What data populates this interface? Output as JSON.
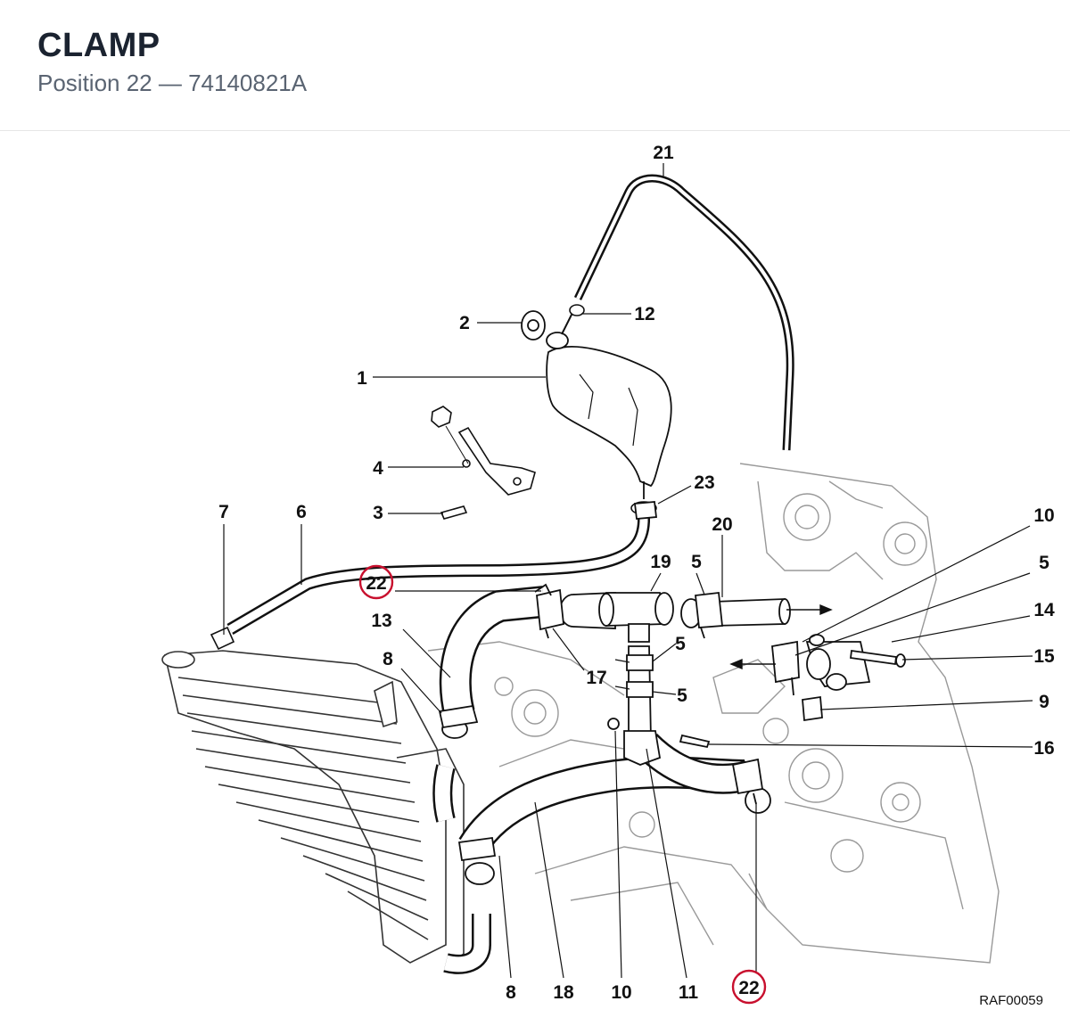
{
  "header": {
    "title": "CLAMP",
    "subtitle": "Position 22 — 74140821A"
  },
  "diagram": {
    "reference_code": "RAF00059",
    "highlight_color": "#c8102e",
    "highlighted_callout": "22",
    "callouts": [
      {
        "id": "c21",
        "label": "21"
      },
      {
        "id": "c2",
        "label": "2"
      },
      {
        "id": "c12",
        "label": "12"
      },
      {
        "id": "c1",
        "label": "1"
      },
      {
        "id": "c4",
        "label": "4"
      },
      {
        "id": "c3",
        "label": "3"
      },
      {
        "id": "c23",
        "label": "23"
      },
      {
        "id": "c7",
        "label": "7"
      },
      {
        "id": "c6",
        "label": "6"
      },
      {
        "id": "c22a",
        "label": "22"
      },
      {
        "id": "c13",
        "label": "13"
      },
      {
        "id": "c8a",
        "label": "8"
      },
      {
        "id": "c19",
        "label": "19"
      },
      {
        "id": "c5a",
        "label": "5"
      },
      {
        "id": "c20",
        "label": "20"
      },
      {
        "id": "c10a",
        "label": "10"
      },
      {
        "id": "c5b",
        "label": "5"
      },
      {
        "id": "c14",
        "label": "14"
      },
      {
        "id": "c15",
        "label": "15"
      },
      {
        "id": "c5c",
        "label": "5"
      },
      {
        "id": "c17",
        "label": "17"
      },
      {
        "id": "c5d",
        "label": "5"
      },
      {
        "id": "c9",
        "label": "9"
      },
      {
        "id": "c16",
        "label": "16"
      },
      {
        "id": "c8b",
        "label": "8"
      },
      {
        "id": "c18",
        "label": "18"
      },
      {
        "id": "c10b",
        "label": "10"
      },
      {
        "id": "c11",
        "label": "11"
      },
      {
        "id": "c22b",
        "label": "22"
      }
    ]
  }
}
